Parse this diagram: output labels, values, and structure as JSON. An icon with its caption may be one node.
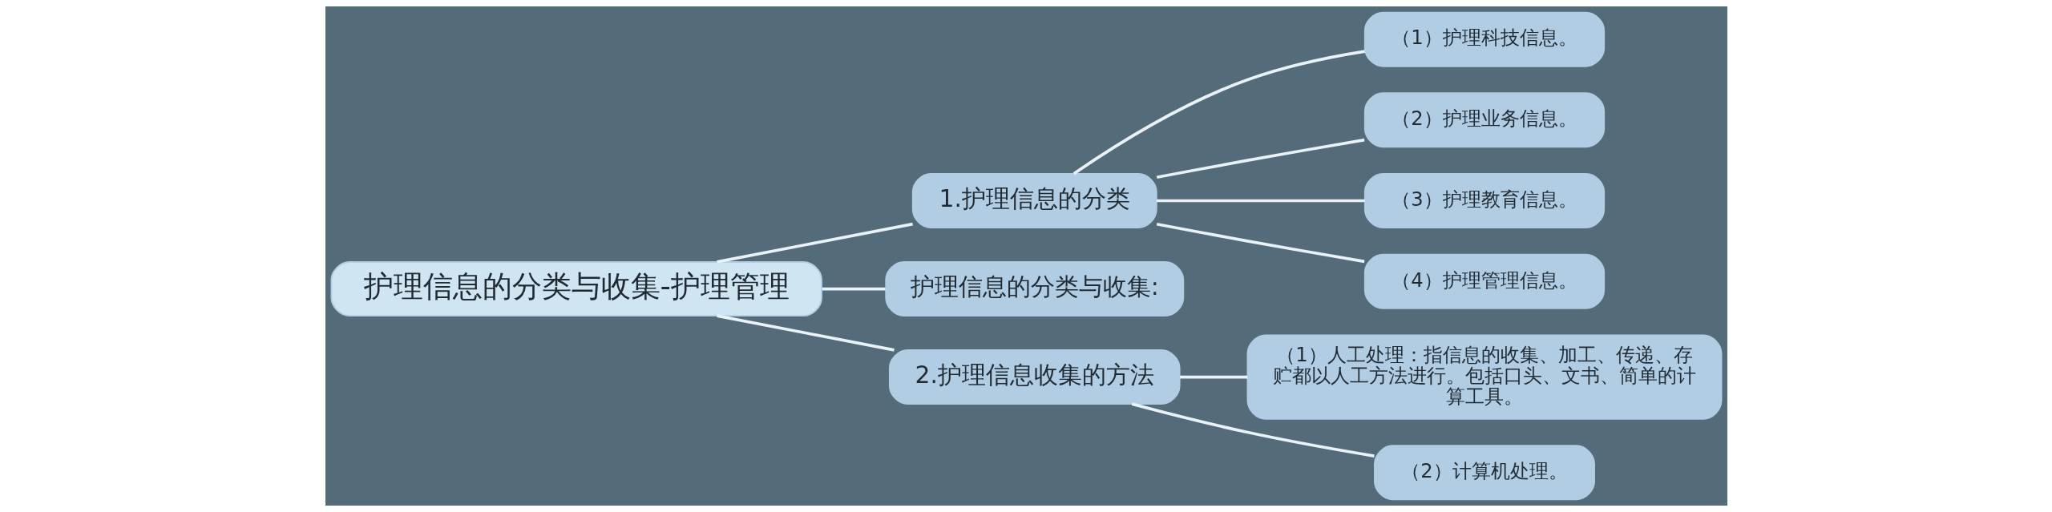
{
  "diagram": {
    "nodes": [
      {
        "text": [
          "护理信息的分类与收集-护理管理"
        ]
      },
      {
        "text": [
          "1.护理信息的分类"
        ]
      },
      {
        "text": [
          "（1）护理科技信息。"
        ]
      },
      {
        "text": [
          "（2）护理业务信息。"
        ]
      },
      {
        "text": [
          "（3）护理教育信息。"
        ]
      },
      {
        "text": [
          "（4）护理管理信息。"
        ]
      },
      {
        "text": [
          "护理信息的分类与收集:"
        ]
      },
      {
        "text": [
          "2.护理信息收集的方法"
        ]
      },
      {
        "text": [
          "（1）人工处理：指信息的收集、加工、传递、存贮都以人工方法进行。包括口头、文书、简单的计算工具。"
        ]
      },
      {
        "text": [
          "（2）计算机处理。"
        ]
      }
    ],
    "edges": [
      {
        "from": 0,
        "to": 1,
        "arrow": "none"
      },
      {
        "from": 1,
        "to": 2,
        "arrow": "none"
      },
      {
        "from": 1,
        "to": 3,
        "arrow": "none"
      },
      {
        "from": 1,
        "to": 4,
        "arrow": "none"
      },
      {
        "from": 1,
        "to": 5,
        "arrow": "none"
      },
      {
        "from": 0,
        "to": 6,
        "arrow": "none"
      },
      {
        "from": 0,
        "to": 7,
        "arrow": "none"
      },
      {
        "from": 7,
        "to": 8,
        "arrow": "none"
      },
      {
        "from": 7,
        "to": 9,
        "arrow": "none"
      }
    ]
  }
}
